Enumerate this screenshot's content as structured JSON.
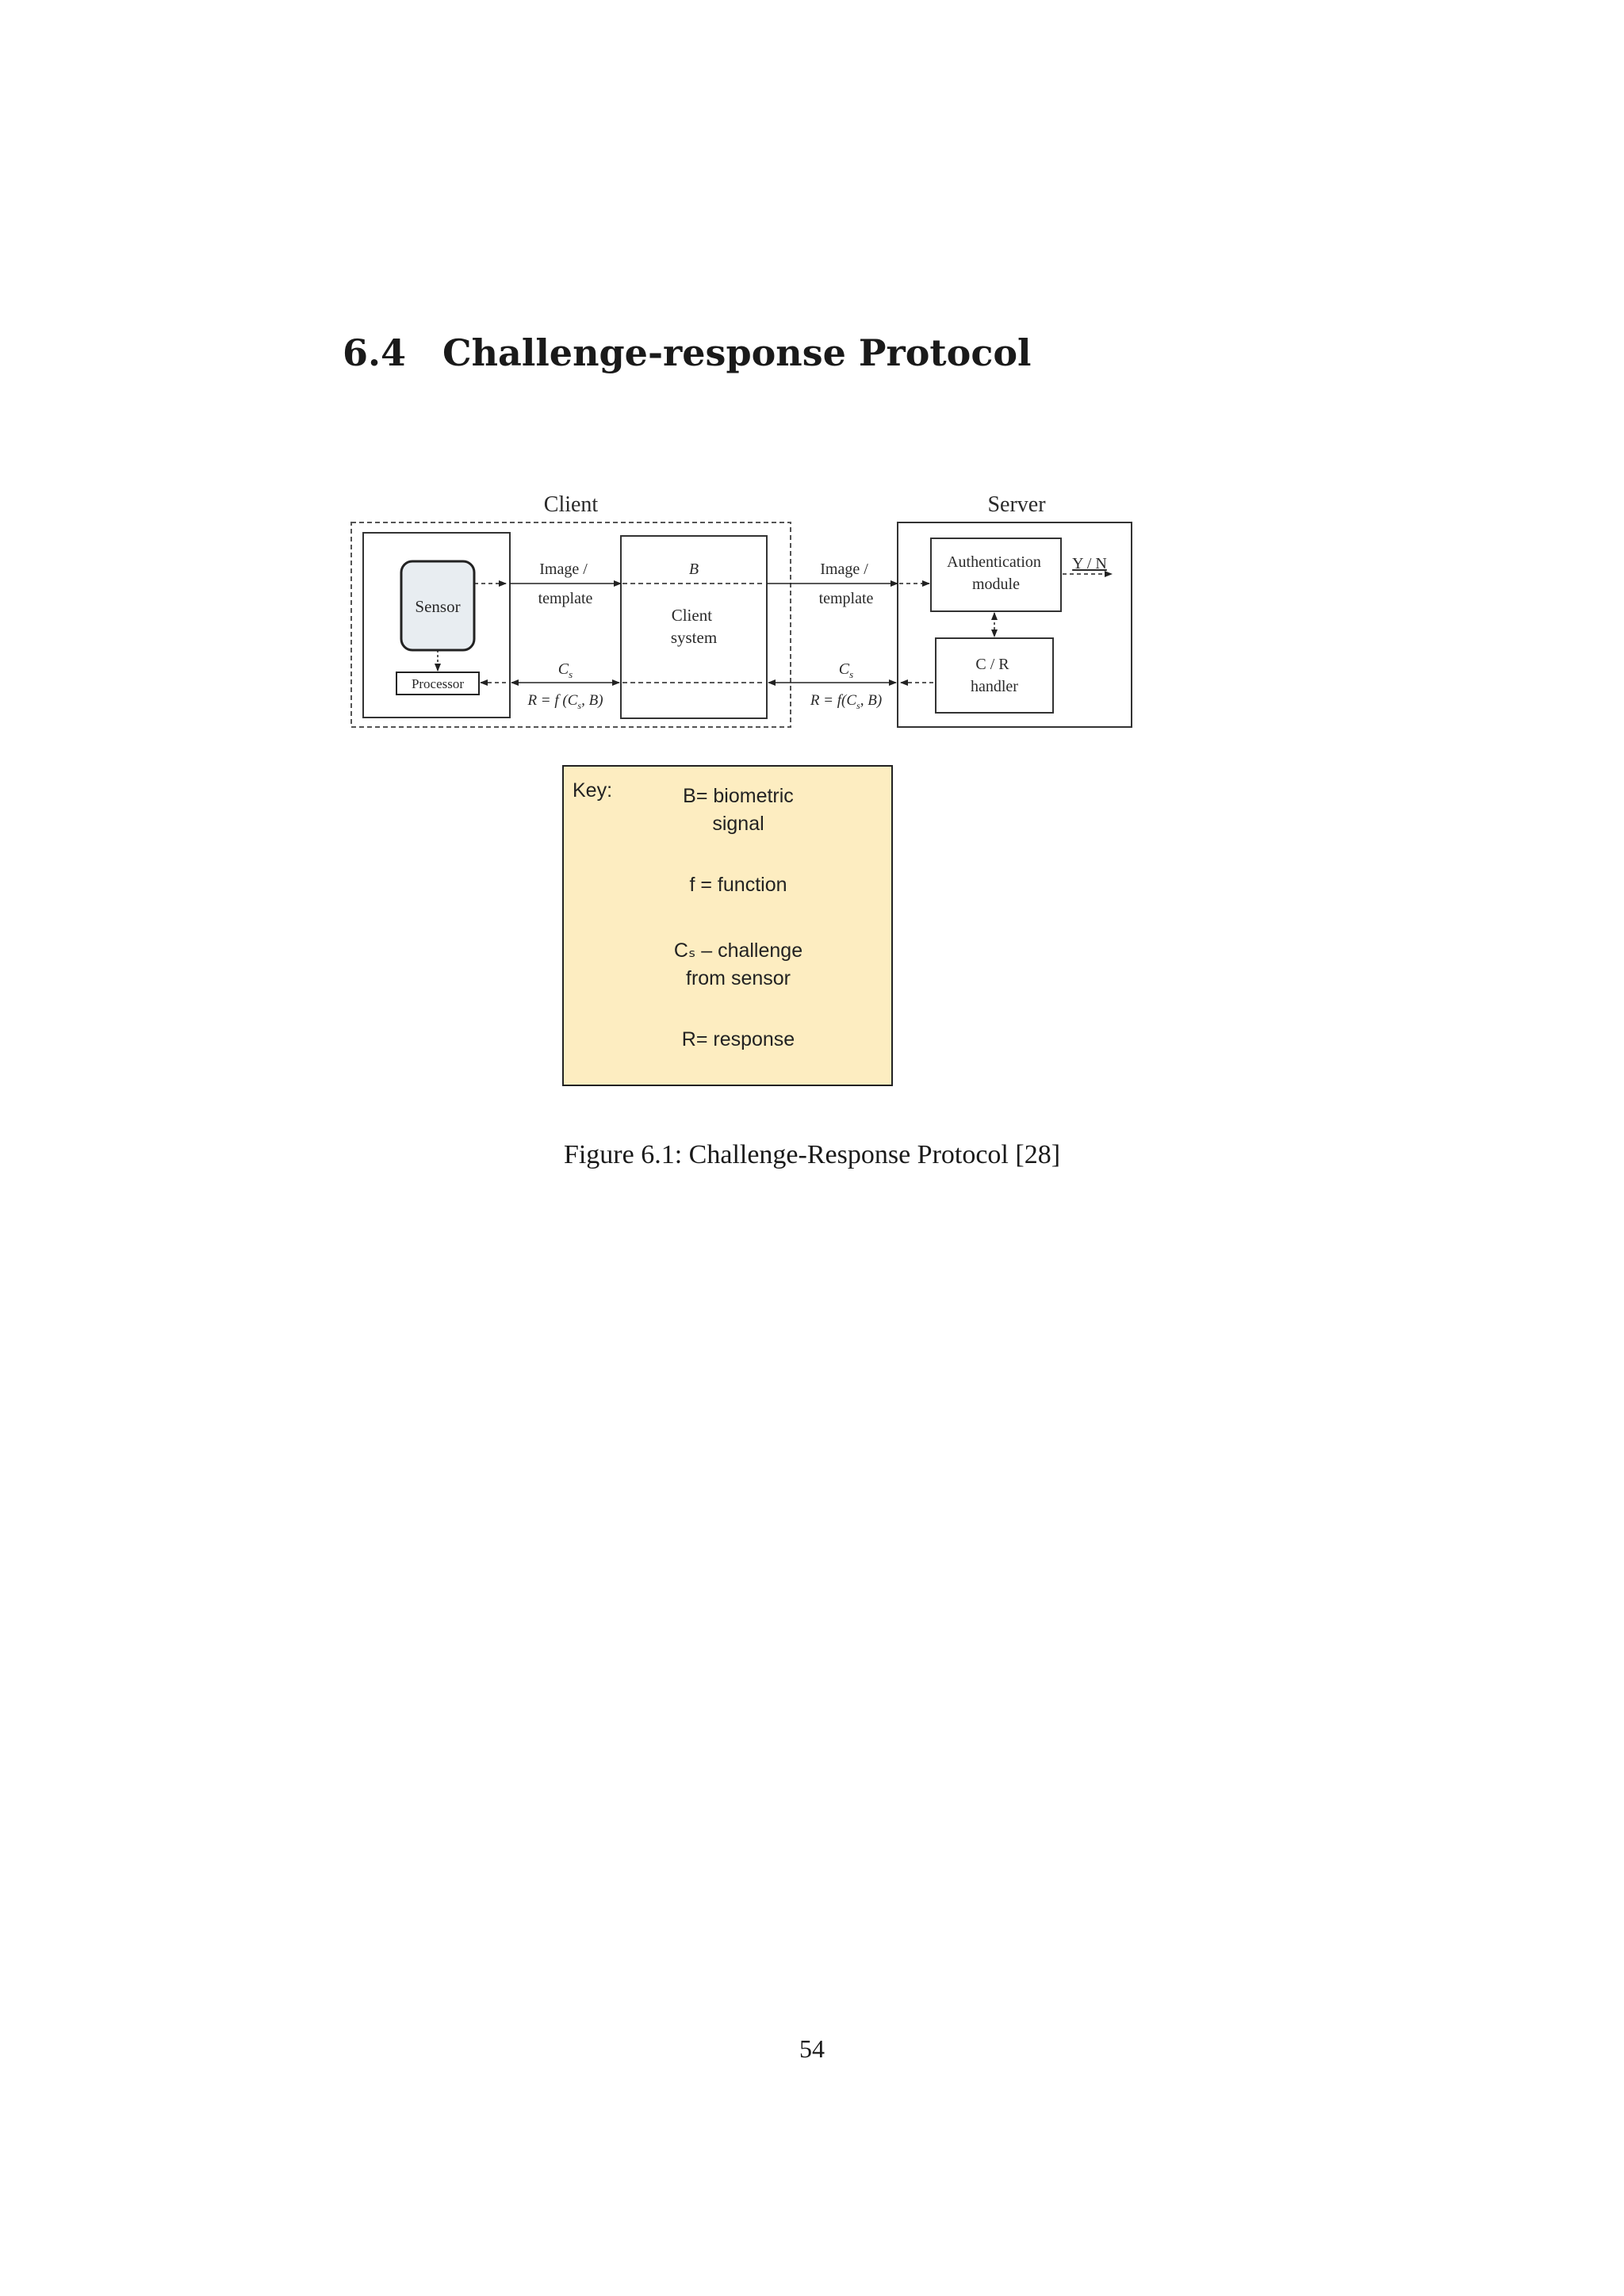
{
  "section": {
    "number": "6.4",
    "title": "Challenge-response Protocol"
  },
  "diagram": {
    "client_label": "Client",
    "server_label": "Server",
    "sensor": "Sensor",
    "processor": "Processor",
    "client_system": [
      "Client",
      "system"
    ],
    "auth_module": [
      "Authentication",
      "module"
    ],
    "cr_handler": [
      "C / R",
      "handler"
    ],
    "yn": "Y / N",
    "image_template_1": [
      "Image /",
      "template"
    ],
    "image_template_2": [
      "Image /",
      "template"
    ],
    "b_label": "B",
    "cs_label_1": "C",
    "cs_sub_1": "s",
    "cs_label_2": "C",
    "cs_sub_2": "s",
    "r_func_1": "R = f (C",
    "r_func_1_sub": "s",
    "r_func_1_end": ", B)",
    "r_func_2": "R = f(C",
    "r_func_2_sub": "s",
    "r_func_2_end": ", B)"
  },
  "key": {
    "label": "Key:",
    "b": [
      "B= biometric",
      "signal"
    ],
    "f": [
      "f = function"
    ],
    "cs": [
      "Cₛ – challenge",
      "from sensor"
    ],
    "r": [
      "R= response"
    ]
  },
  "caption": {
    "prefix": "Figure 6.1:",
    "text": "Challenge-Response Protocol [28]"
  },
  "page_number": "54",
  "colors": {
    "key_background": "#fdedc1",
    "sensor_fill": "#e8edf1"
  }
}
